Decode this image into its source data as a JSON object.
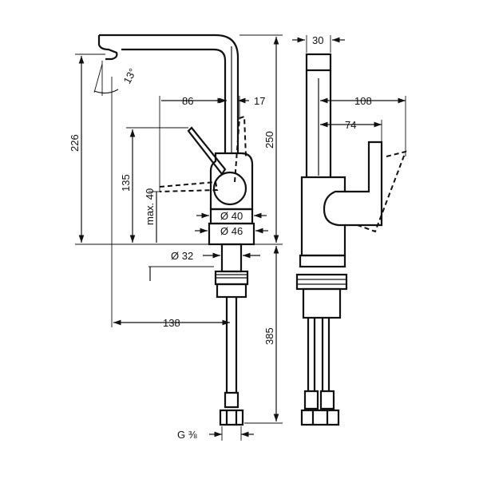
{
  "drawing": {
    "dimensions": {
      "d30": "30",
      "d13deg": "13°",
      "d86": "86",
      "d17": "17",
      "d108": "108",
      "d74": "74",
      "d226": "226",
      "d250": "250",
      "d135": "135",
      "dmax40": "max. 40",
      "dia40": "Ø 40",
      "dia46": "Ø 46",
      "dia32": "Ø 32",
      "d138": "138",
      "d385": "385",
      "thread": "G ⅜"
    }
  }
}
